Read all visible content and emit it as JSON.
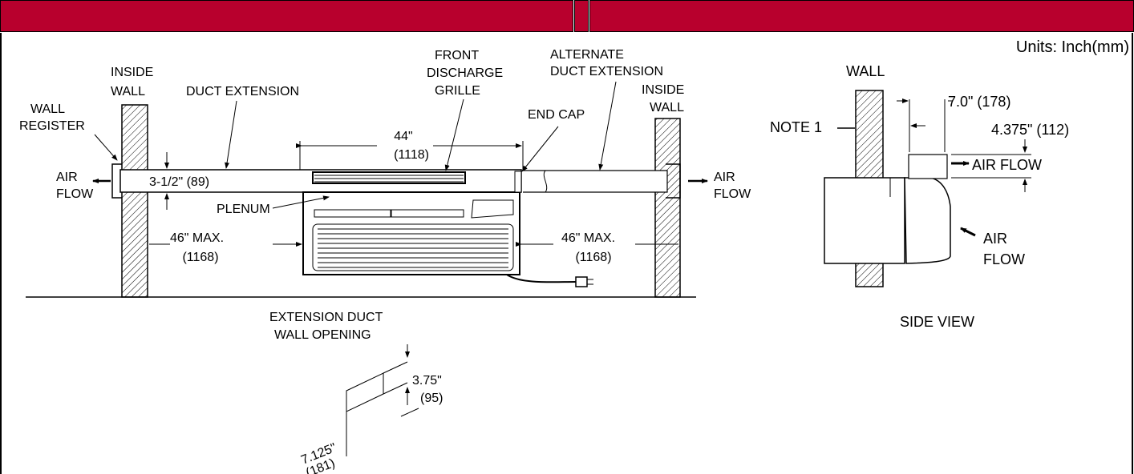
{
  "units": "Units: Inch(mm)",
  "labels": {
    "inside_wall_left_1": "INSIDE",
    "inside_wall_left_2": "WALL",
    "wall_register_1": "WALL",
    "wall_register_2": "REGISTER",
    "duct_extension": "DUCT EXTENSION",
    "front_discharge_1": "FRONT",
    "front_discharge_2": "DISCHARGE",
    "front_discharge_3": "GRILLE",
    "alternate_duct_1": "ALTERNATE",
    "alternate_duct_2": "DUCT EXTENSION",
    "end_cap": "END CAP",
    "inside_wall_right_1": "INSIDE",
    "inside_wall_right_2": "WALL",
    "air_flow_left_1": "AIR",
    "air_flow_left_2": "FLOW",
    "air_flow_right_1": "AIR",
    "air_flow_right_2": "FLOW",
    "plenum": "PLENUM",
    "width_in": "44\"",
    "width_mm": "(1118)",
    "duct_height": "3-1/2\" (89)",
    "max_left_in": "46\" MAX.",
    "max_left_mm": "(1168)",
    "max_right_in": "46\" MAX.",
    "max_right_mm": "(1168)",
    "ext_opening_1": "EXTENSION DUCT",
    "ext_opening_2": "WALL OPENING",
    "opening_h_in": "3.75\"",
    "opening_h_mm": "(95)",
    "opening_w_in": "7.125\"",
    "opening_w_mm": "(181)",
    "side_wall": "WALL",
    "note1": "NOTE 1",
    "side_7": "7.0\" (178)",
    "side_4375": "4.375\" (112)",
    "side_air_flow_top": "AIR FLOW",
    "side_air_flow_1": "AIR",
    "side_air_flow_2": "FLOW",
    "side_view": "SIDE VIEW"
  }
}
